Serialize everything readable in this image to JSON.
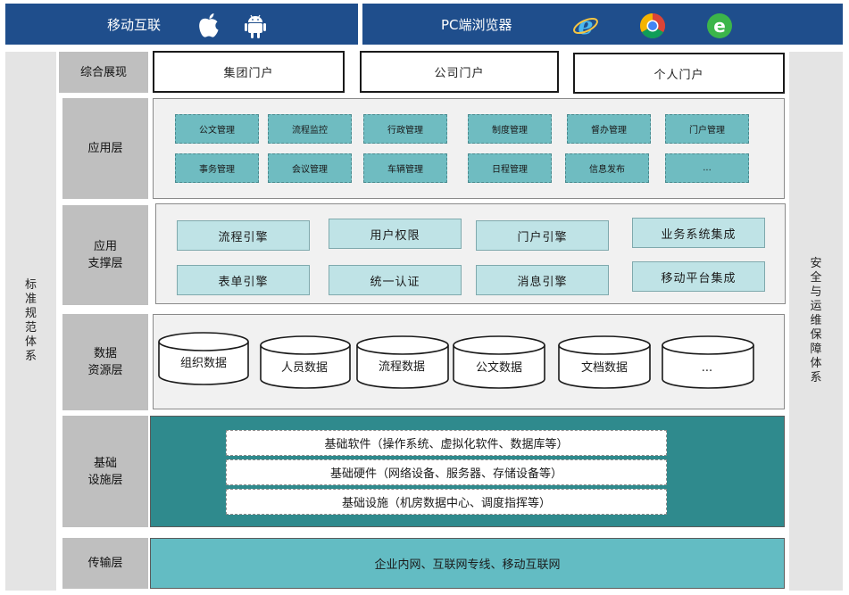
{
  "header": {
    "mobile_title": "移动互联",
    "pc_title": "PC端浏览器",
    "mobile_icons": [
      "apple-icon",
      "android-icon"
    ],
    "pc_icons": [
      "ie-icon",
      "chrome-icon",
      "edge-icon"
    ]
  },
  "left_column": {
    "label": "标准规范体系"
  },
  "right_column": {
    "label": "安全与运维保障体系"
  },
  "rows": {
    "presentation": {
      "label": "综合展现",
      "portals": [
        "集团门户",
        "公司门户",
        "个人门户"
      ]
    },
    "application": {
      "label": "应用层",
      "items_row1": [
        "公文管理",
        "流程监控",
        "行政管理",
        "制度管理",
        "督办管理",
        "门户管理"
      ],
      "items_row2": [
        "事务管理",
        "会议管理",
        "车辆管理",
        "日程管理",
        "信息发布",
        "..."
      ]
    },
    "support": {
      "label_line1": "应用",
      "label_line2": "支撑层",
      "items_row1": [
        "流程引擎",
        "用户权限",
        "门户引擎",
        "业务系统集成"
      ],
      "items_row2": [
        "表单引擎",
        "统一认证",
        "消息引擎",
        "移动平台集成"
      ]
    },
    "data": {
      "label_line1": "数据",
      "label_line2": "资源层",
      "items": [
        "组织数据",
        "人员数据",
        "流程数据",
        "公文数据",
        "文档数据",
        "..."
      ]
    },
    "infrastructure": {
      "label_line1": "基础",
      "label_line2": "设施层",
      "items": [
        "基础软件（操作系统、虚拟化软件、数据库等）",
        "基础硬件（网络设备、服务器、存储设备等）",
        "基础设施（机房数据中心、调度指挥等）"
      ]
    },
    "transport": {
      "label": "传输层",
      "content": "企业内网、互联网专线、移动互联网"
    }
  },
  "colors": {
    "header_bg": "#1f4e8c",
    "side_bg": "#e4e4e4",
    "row_label_bg": "#bfbfbf",
    "app_item": "#6fbcc1",
    "support_item": "#bfe3e6",
    "infra_bg": "#2f8a8d",
    "transport_bg": "#63bcc3"
  }
}
